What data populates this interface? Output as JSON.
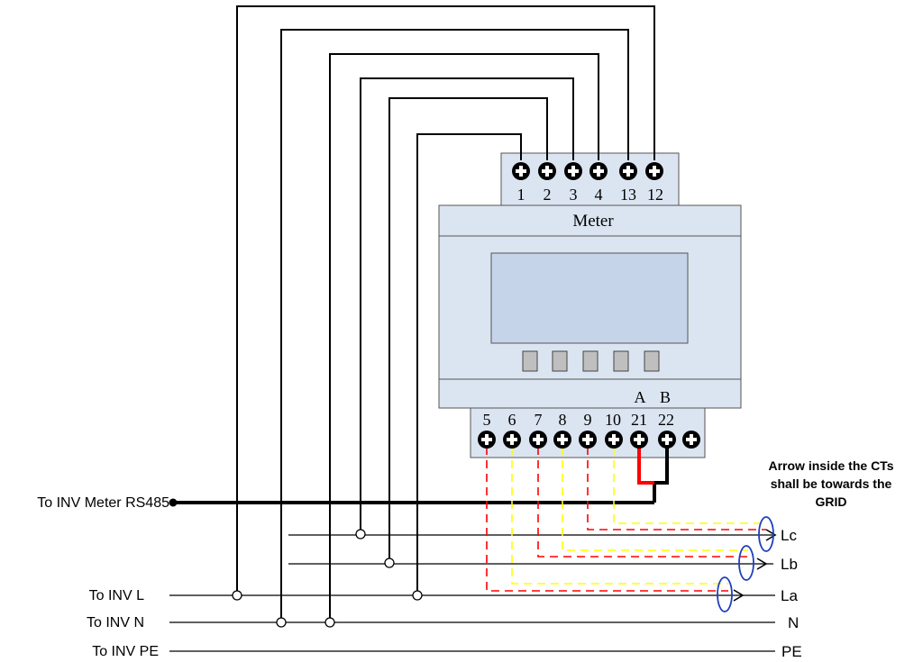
{
  "meter": {
    "title": "Meter",
    "top_terminals": [
      "1",
      "2",
      "3",
      "4",
      "13",
      "12"
    ],
    "bottom_terminals": [
      "5",
      "6",
      "7",
      "8",
      "9",
      "10",
      "21",
      "22",
      ""
    ],
    "rs485_a": "A",
    "rs485_b": "B"
  },
  "left_labels": {
    "rs485": "To INV Meter RS485",
    "inv_l": "To INV L",
    "inv_n": "To INV N",
    "inv_pe": "To INV PE"
  },
  "right_labels": {
    "lc": "Lc",
    "lb": "Lb",
    "la": "La",
    "n": "N",
    "pe": "PE"
  },
  "note": [
    "Arrow inside the CTs",
    "shall be towards the",
    "GRID"
  ],
  "colors": {
    "wire": "#000000",
    "ct_red": "#ff0000",
    "ct_yellow": "#ffff00",
    "rs485_red": "#ff0000",
    "ct_ring": "#1f3fbf",
    "meter_body": "#dbe5f1",
    "meter_display": "#c6d4ea",
    "meter_button": "#bfbfbf"
  }
}
